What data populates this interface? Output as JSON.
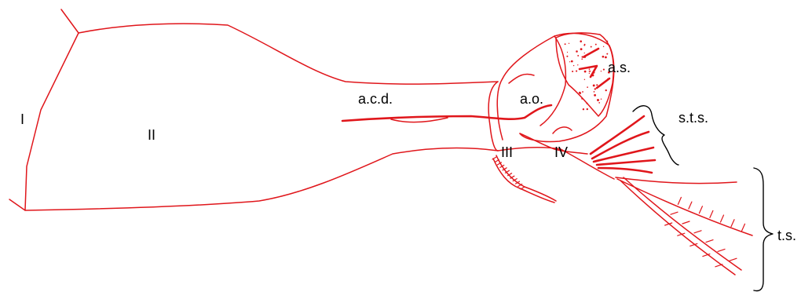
{
  "figure": {
    "stroke_color": "#e0161b",
    "background": "#ffffff",
    "labels": {
      "segment_1": "I",
      "segment_2": "II",
      "segment_3": "III",
      "segment_4": "IV",
      "acd": "a.c.d.",
      "ao": "a.o.",
      "as": "a.s.",
      "sts": "s.t.s.",
      "ts": "t.s."
    }
  }
}
